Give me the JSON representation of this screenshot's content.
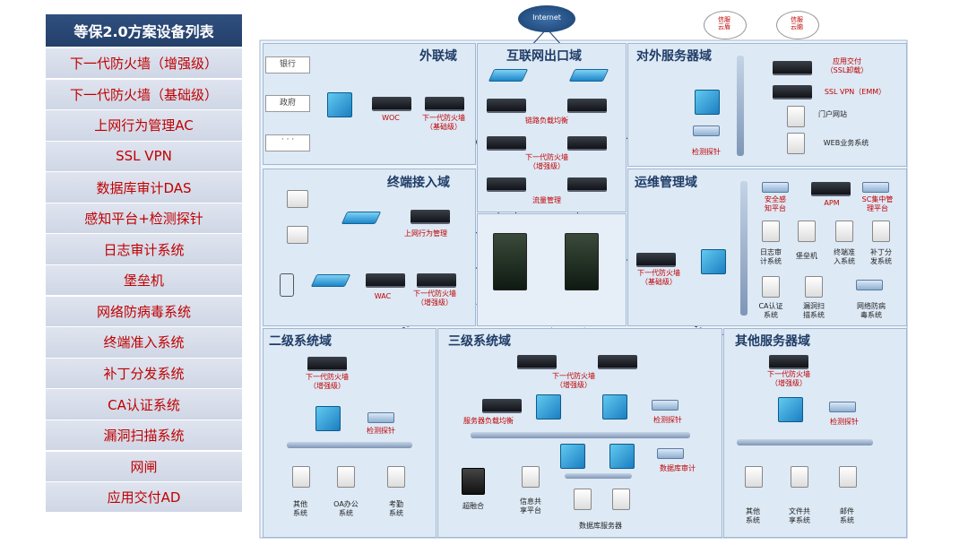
{
  "list": {
    "title": "等保2.0方案设备列表",
    "items": [
      "下一代防火墙（增强级）",
      "下一代防火墙（基础级）",
      "上网行为管理AC",
      "SSL VPN",
      "数据库审计DAS",
      "感知平台+检测探针",
      "日志审计系统",
      "堡垒机",
      "网络防病毒系统",
      "终端准入系统",
      "补丁分发系统",
      "CA认证系统",
      "漏洞扫描系统",
      "网闸",
      "应用交付AD"
    ]
  },
  "diagram": {
    "internet": "Internet",
    "clouds": [
      "信服\n云盾",
      "信服\n云脑"
    ],
    "zones": {
      "waiLian": "外联域",
      "huLian": "互联网出口域",
      "duiWai": "对外服务器域",
      "zhongDuan": "终端接入域",
      "yunWei": "运维管理域",
      "erJi": "二级系统域",
      "sanJi": "三级系统域",
      "qiTa": "其他服务器域"
    },
    "waiLian": {
      "sources": [
        "银行",
        "政府",
        "· · ·"
      ],
      "woc": "WOC",
      "fw": "下一代防火墙\n（基础级）"
    },
    "huLian": {
      "lb": "链路负载均衡",
      "fw": "下一代防火墙\n（增强级）",
      "flow": "流量管理"
    },
    "duiWai": {
      "ad": "应用交付\n（SSL卸载）",
      "vpn": "SSL VPN（EMM）",
      "portal": "门户网站",
      "web": "WEB业务系统",
      "probe": "检测探针"
    },
    "zhongDuan": {
      "ac": "上网行为管理",
      "wac": "WAC",
      "fw": "下一代防火墙\n（增强级）"
    },
    "yunWei": {
      "fw": "下一代防火墙\n（基础级）",
      "sip": "安全感\n知平台",
      "apm": "APM",
      "sc": "SC集中管\n理平台",
      "log": "日志审\n计系统",
      "bastion": "堡垒机",
      "nac": "终端准\n入系统",
      "patch": "补丁分\n发系统",
      "ca": "CA认证\n系统",
      "scan": "漏洞扫\n描系统",
      "av": "网络防病\n毒系统"
    },
    "erJi": {
      "fw": "下一代防火墙\n（增强级）",
      "probe": "检测探针",
      "servers": [
        "其他\n系统",
        "OA办公\n系统",
        "考勤\n系统"
      ]
    },
    "sanJi": {
      "fw": "下一代防火墙\n（增强级）",
      "slb": "服务器负载均衡",
      "probe": "检测探针",
      "das": "数据库审计",
      "hci": "超融合",
      "share": "信息共\n享平台",
      "db": "数据库服务器"
    },
    "qiTa": {
      "fw": "下一代防火墙\n（增强级）",
      "probe": "检测探针",
      "servers": [
        "其他\n系统",
        "文件共\n享系统",
        "邮件\n系统"
      ]
    }
  }
}
